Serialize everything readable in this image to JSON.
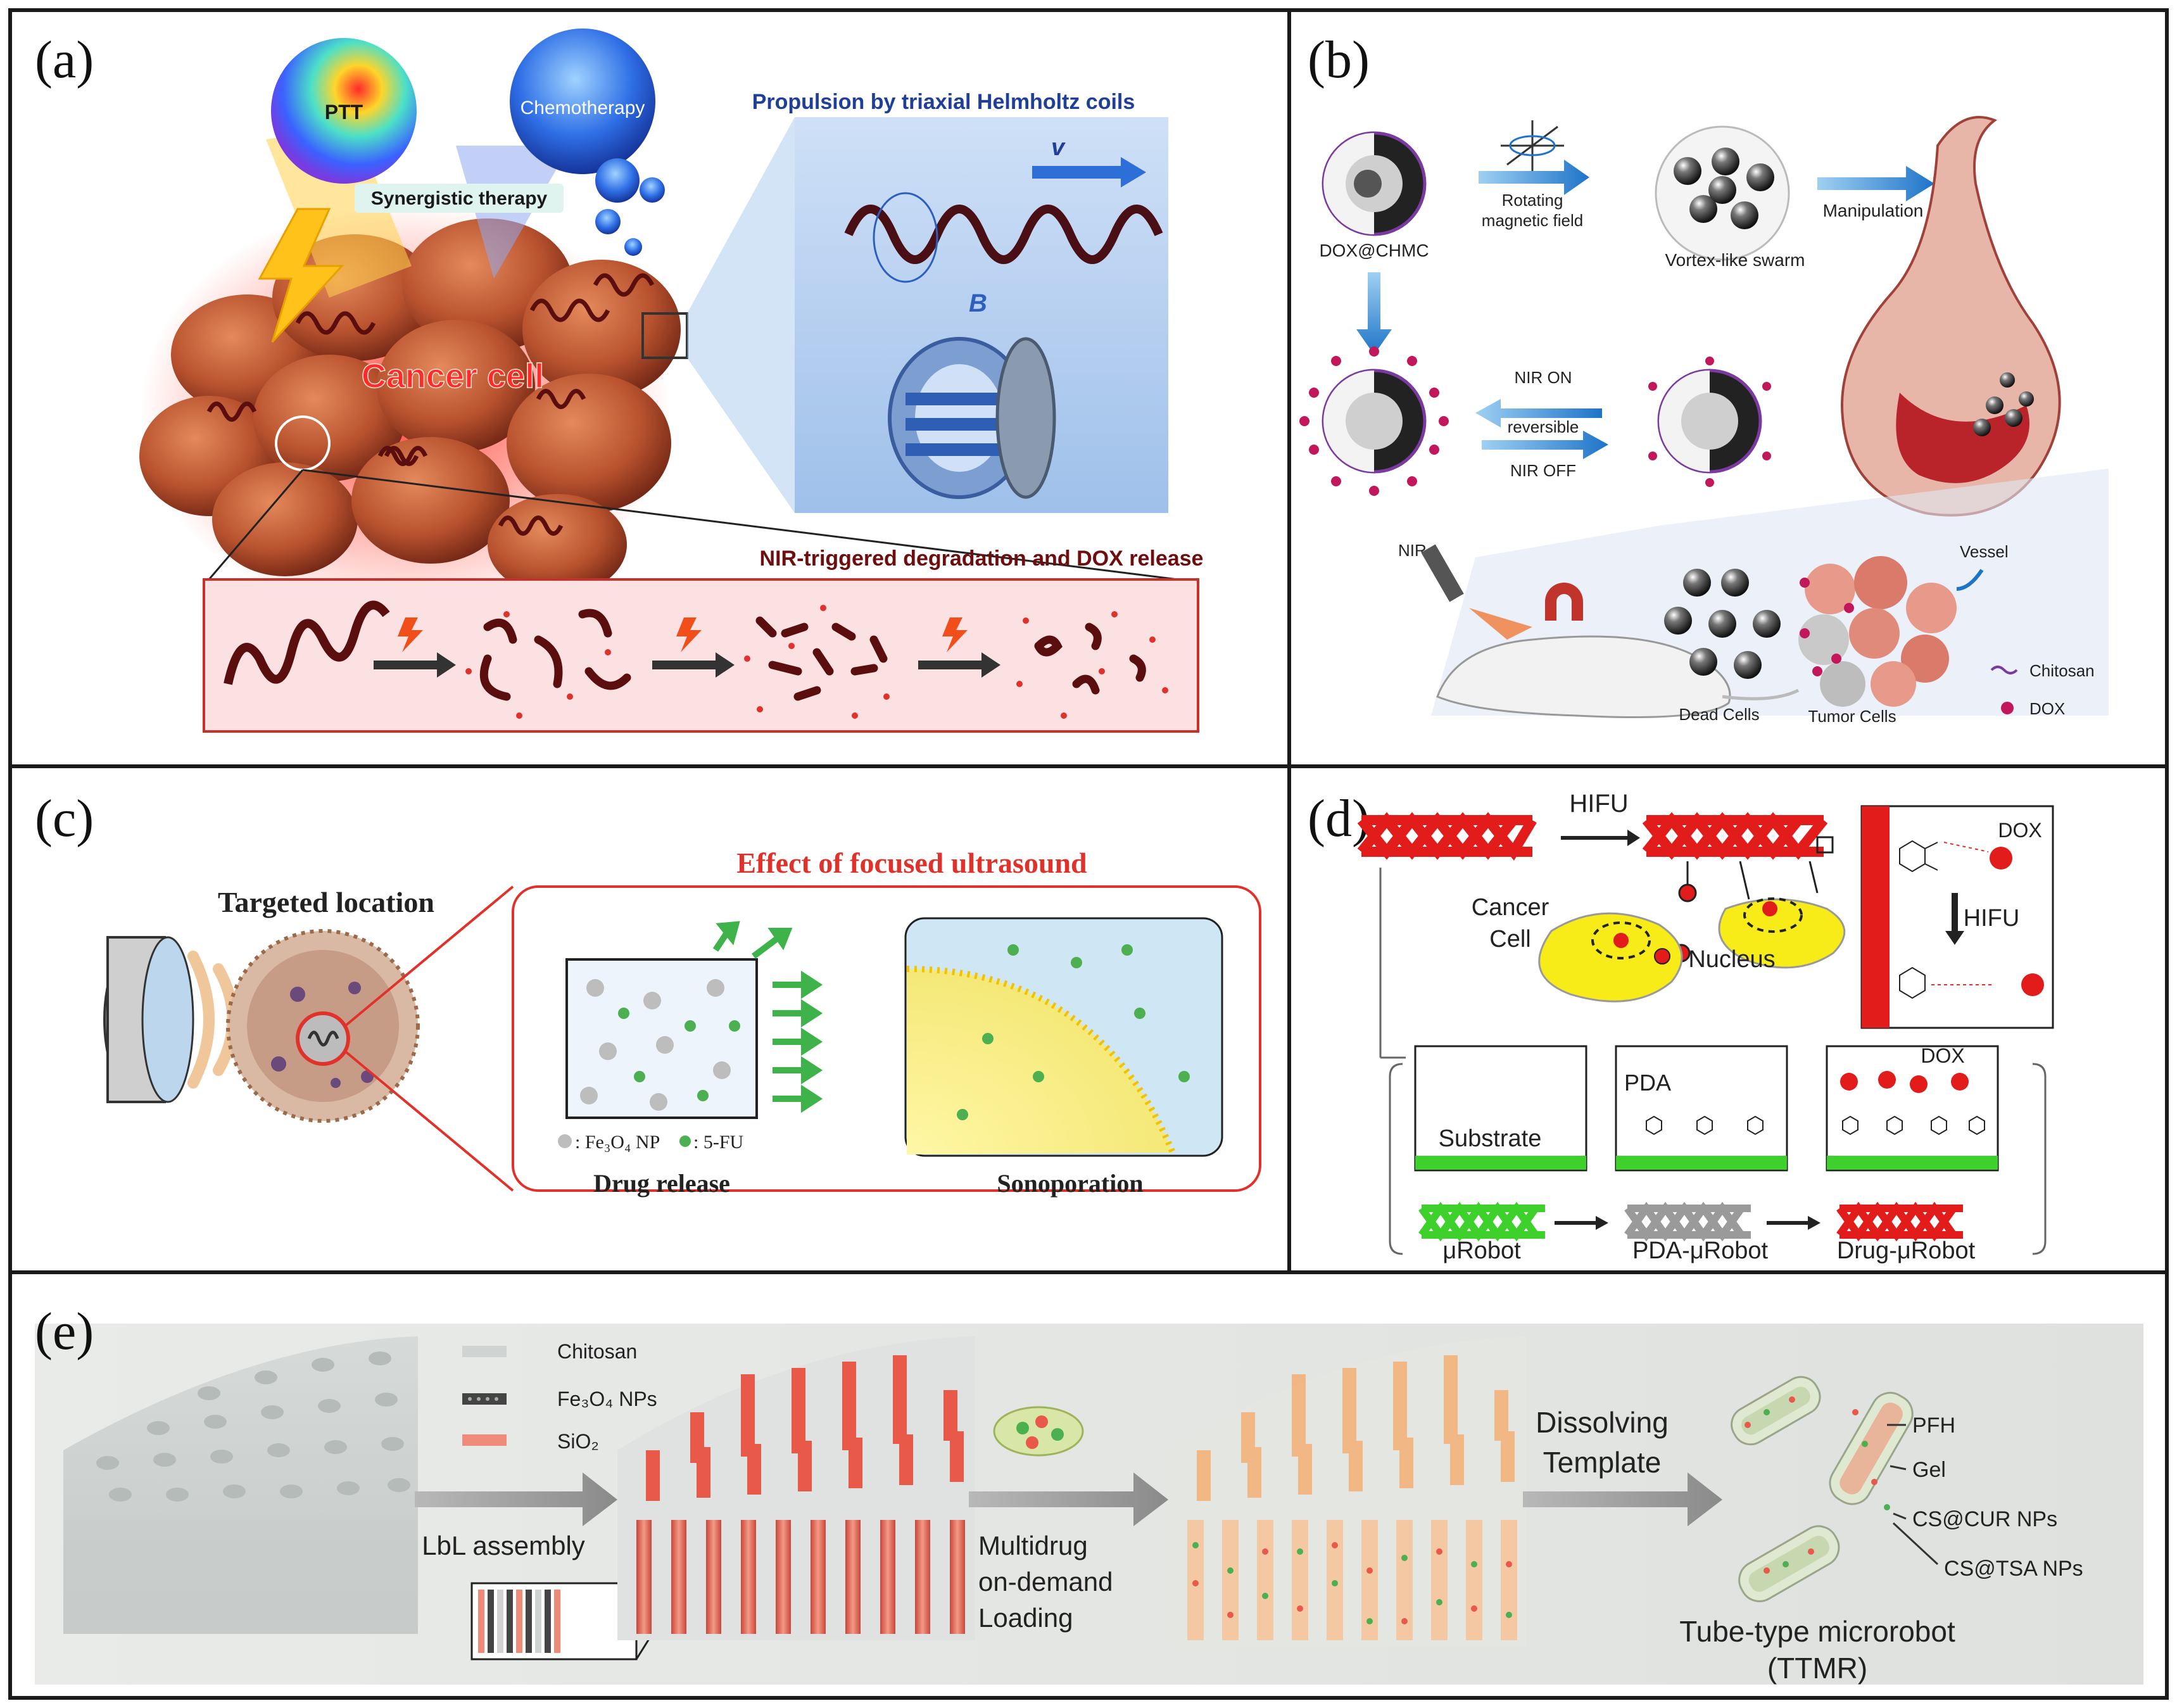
{
  "panels": {
    "a": {
      "letter": "(a)",
      "ptt": "PTT",
      "chemo": "Chemotherapy",
      "synergy": "Synergistic therapy",
      "propulsion": "Propulsion by triaxial Helmholtz coils",
      "v": "v",
      "b": "B",
      "cancer": "Cancer cell",
      "nir_title": "NIR-triggered degradation and DOX release"
    },
    "b": {
      "letter": "(b)",
      "dox_chmc": "DOX@CHMC",
      "rotating1": "Rotating",
      "rotating2": "magnetic field",
      "vortex": "Vortex-like swarm",
      "manipulation": "Manipulation",
      "nir_on": "NIR ON",
      "reversible": "reversible",
      "nir_off": "NIR OFF",
      "nir": "NIR",
      "vessel": "Vessel",
      "dead": "Dead Cells",
      "tumor": "Tumor Cells",
      "chitosan": "Chitosan",
      "dox": "DOX"
    },
    "c": {
      "letter": "(c)",
      "targeted": "Targeted location",
      "effect": "Effect of focused ultrasound",
      "legend_np": ": Fe₃O₄ NP",
      "legend_fu": ": 5-FU",
      "drug_release": "Drug release",
      "sonoporation": "Sonoporation"
    },
    "d": {
      "letter": "(d)",
      "hifu": "HIFU",
      "hifu2": "HIFU",
      "cancer1": "Cancer",
      "cancer2": "Cell",
      "nucleus": "Nucleus",
      "dox": "DOX",
      "dox2": "DOX",
      "substrate": "Substrate",
      "pda": "PDA",
      "urobot": "μRobot",
      "pda_urobot": "PDA-μRobot",
      "drug_urobot": "Drug-μRobot"
    },
    "e": {
      "letter": "(e)",
      "chitosan": "Chitosan",
      "fe3o4": "Fe₃O₄ NPs",
      "sio2": "SiO₂",
      "lbl": "LbL assembly",
      "multidrug1": "Multidrug",
      "multidrug2": "on-demand",
      "multidrug3": "Loading",
      "dissolving1": "Dissolving",
      "dissolving2": "Template",
      "pfh": "PFH",
      "gel": "Gel",
      "cs_cur": "CS@CUR NPs",
      "cs_tsa": "CS@TSA NPs",
      "ttmr1": "Tube-type microrobot",
      "ttmr2": "(TTMR)"
    }
  },
  "colors": {
    "frame": "#1a1a1a",
    "cancer_red": "#e8322a",
    "robot_red": "#e21b1b",
    "robot_green": "#3ed12b",
    "focus_red": "#e0312b",
    "navy": "#1f3f98",
    "dox_magenta": "#c2185b"
  }
}
